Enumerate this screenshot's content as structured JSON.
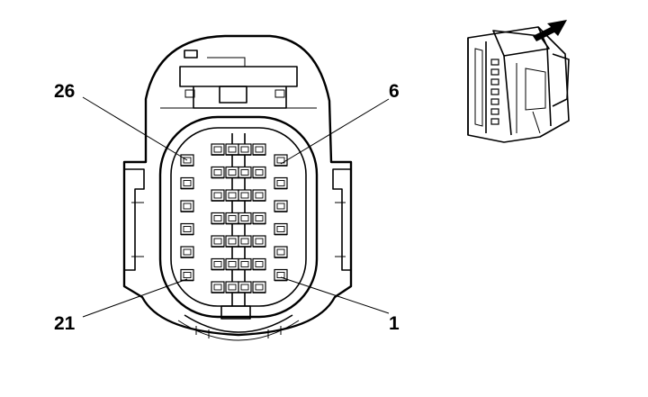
{
  "labels": {
    "top_left": "26",
    "top_right": "6",
    "bottom_left": "21",
    "bottom_right": "1"
  },
  "connector": {
    "rows": 6,
    "outer_columns": 2,
    "inner_columns": 4
  }
}
